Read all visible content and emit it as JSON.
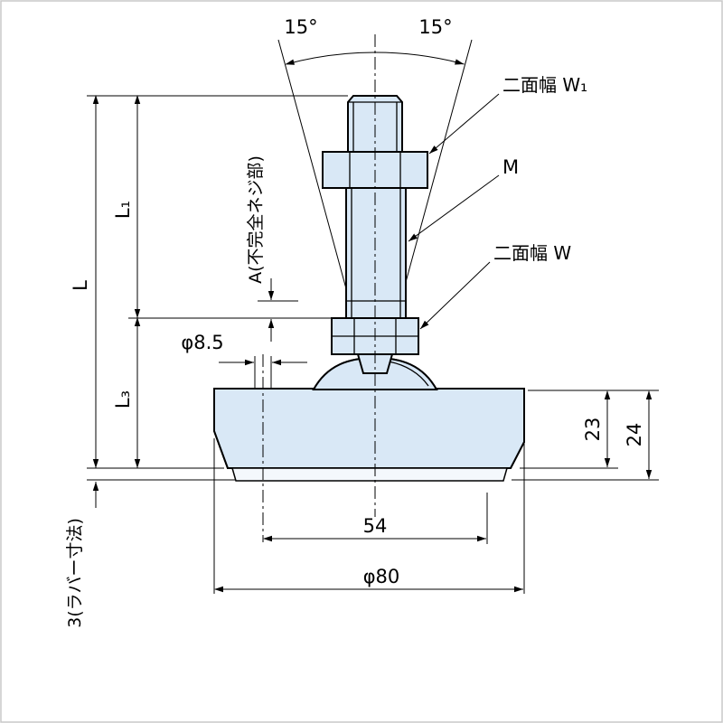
{
  "drawing": {
    "angles": {
      "left": "15°",
      "right": "15°"
    },
    "callouts": {
      "width_across_flats_w1": "二面幅 W₁",
      "thread_size": "M",
      "width_across_flats_w": "二面幅 W"
    },
    "dimensions": {
      "total_length": "L",
      "stud_length": "L₁",
      "lower_length": "L₃",
      "incomplete_thread": "A(不完全ネジ部)",
      "hole_diameter": "φ8.5",
      "hole_pitch": "54",
      "base_diameter": "φ80",
      "base_height": "23",
      "total_base_height": "24",
      "rubber_thickness": "3(ラバー寸法)"
    },
    "colors": {
      "part_fill": "#d9e8f6",
      "line": "#000000"
    }
  }
}
